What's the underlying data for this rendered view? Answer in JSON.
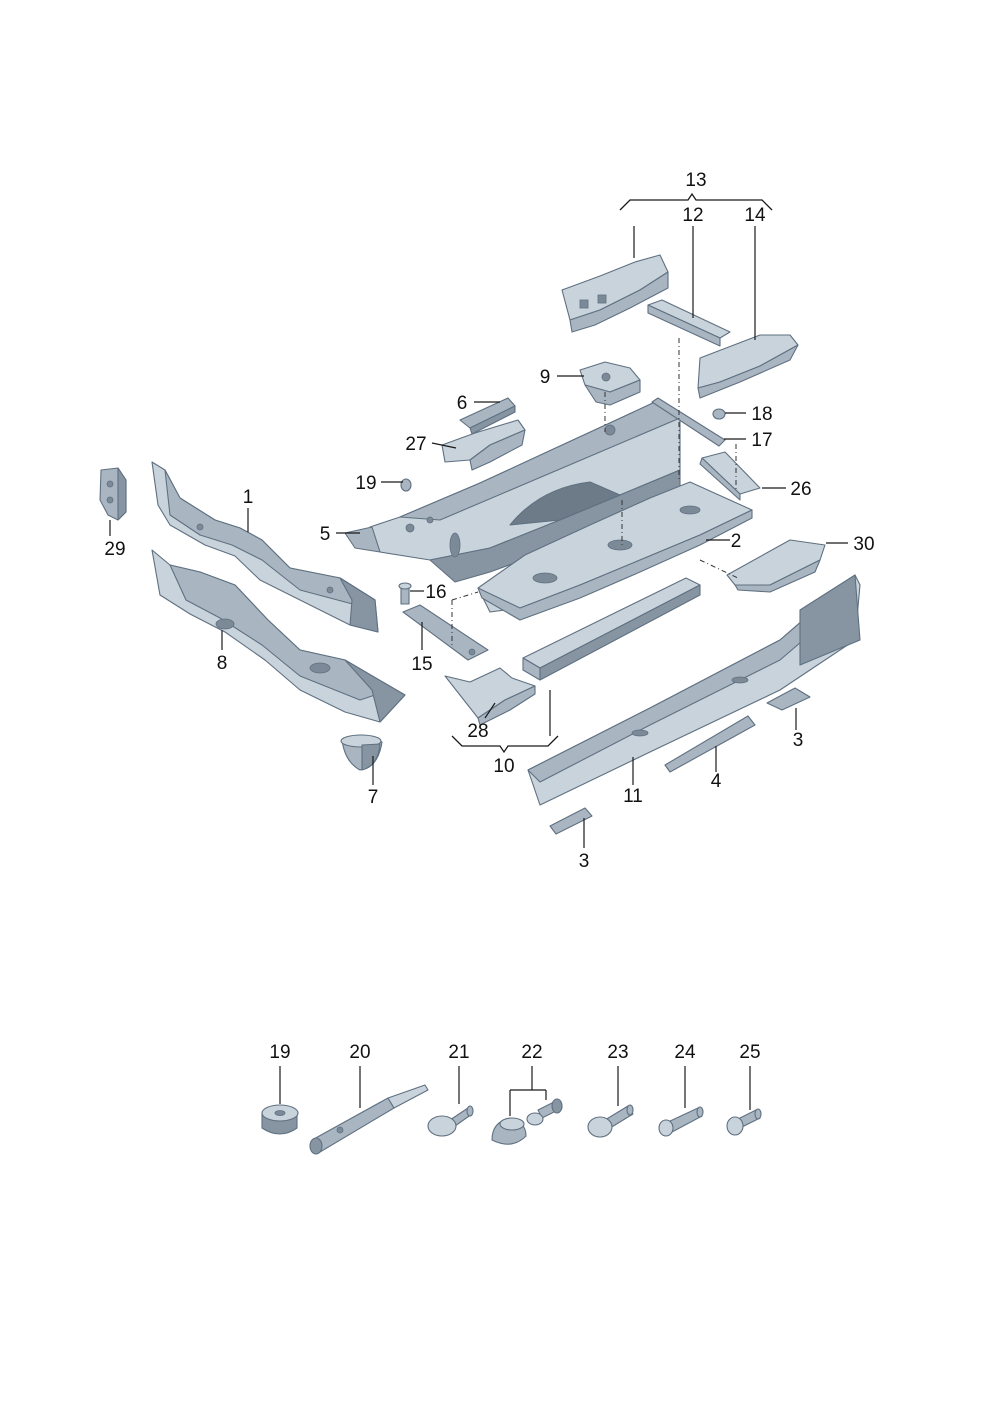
{
  "diagram": {
    "labels": {
      "l1": "1",
      "l2": "2",
      "l3a": "3",
      "l3b": "3",
      "l4": "4",
      "l5": "5",
      "l6": "6",
      "l7": "7",
      "l8": "8",
      "l9": "9",
      "l10": "10",
      "l11": "11",
      "l12": "12",
      "l13": "13",
      "l14": "14",
      "l15": "15",
      "l16": "16",
      "l17": "17",
      "l18": "18",
      "l19a": "19",
      "l26": "26",
      "l27": "27",
      "l28": "28",
      "l29": "29",
      "l30": "30"
    },
    "fasteners": {
      "l19b": "19",
      "l20": "20",
      "l21": "21",
      "l22": "22",
      "l23": "23",
      "l24": "24",
      "l25": "25"
    }
  }
}
